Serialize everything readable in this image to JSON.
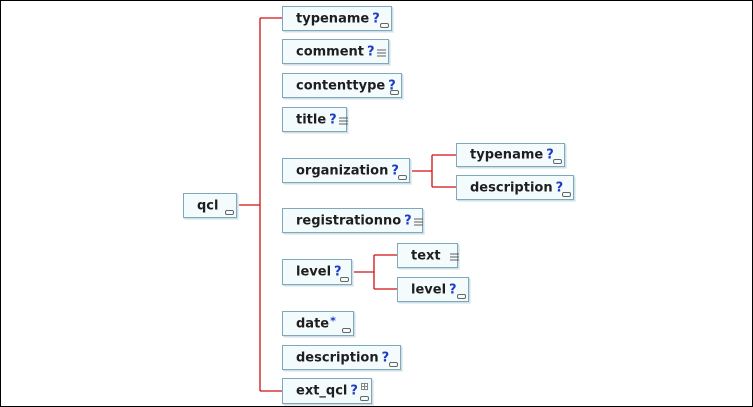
{
  "root": {
    "label": "qcl"
  },
  "children": {
    "typename": {
      "label": "typename",
      "marker": "?"
    },
    "comment": {
      "label": "comment",
      "marker": "?"
    },
    "contenttype": {
      "label": "contenttype",
      "marker": "?"
    },
    "title": {
      "label": "title",
      "marker": "?"
    },
    "organization": {
      "label": "organization",
      "marker": "?",
      "children": {
        "typename": {
          "label": "typename",
          "marker": "?"
        },
        "description": {
          "label": "description",
          "marker": "?"
        }
      }
    },
    "registrationno": {
      "label": "registrationno",
      "marker": "?"
    },
    "level": {
      "label": "level",
      "marker": "?",
      "children": {
        "text": {
          "label": "text"
        },
        "level": {
          "label": "level",
          "marker": "?"
        }
      }
    },
    "date": {
      "label": "date",
      "marker": "*"
    },
    "description": {
      "label": "description",
      "marker": "?"
    },
    "ext_qcl": {
      "label": "ext_qcl",
      "marker": "?"
    }
  },
  "colors": {
    "connector": "#d01010",
    "node_border": "#7fa8bc",
    "node_fill": "#f4fbfd",
    "marker": "#1e3bc8"
  }
}
